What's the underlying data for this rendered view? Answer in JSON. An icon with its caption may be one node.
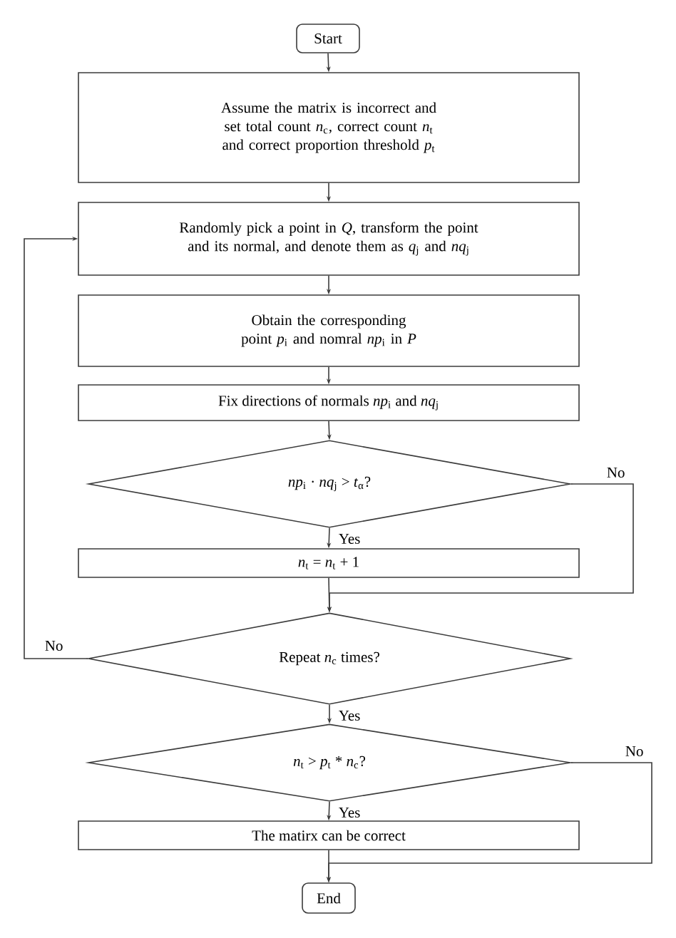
{
  "diagram": {
    "nodes": [
      {
        "text": [
          "Start"
        ]
      },
      {
        "text": [
          "Assume the matrix is incorrect and set total count *n*$_{c}$, correct count *n*$_{t}$ and correct proportion threshold *p*$_{t}$"
        ]
      },
      {
        "text": [
          "Randomly pick a point in *Q*, transform the point and its normal, and denote them as *q*$_{j}$ and *nq*$_{j}$"
        ]
      },
      {
        "text": [
          "Obtain the corresponding point *p*$_{i}$ and nomral *np*$_{i}$ in *P*"
        ]
      },
      {
        "text": [
          "Fix directions of normals *np*$_{i}$ and *nq*$_{j}$"
        ]
      },
      {
        "text": [
          "*np*$_{i}$ · *nq*$_{j}$ > *t*$_{α}$?"
        ]
      },
      {
        "text": [
          "*n*$_{t}$ = *n*$_{t}$ + 1"
        ]
      },
      {
        "text": [
          "Repeat *n*$_{c}$ times?"
        ]
      },
      {
        "text": [
          "*n*$_{t}$ > *p*$_{t}$ * *n*$_{c}$?"
        ]
      },
      {
        "text": [
          "The matirx can be correct"
        ]
      },
      {
        "text": [
          "End"
        ]
      }
    ],
    "edges": [
      {
        "from": 0,
        "to": 1,
        "arrow": "to"
      },
      {
        "from": 1,
        "to": 2,
        "arrow": "to"
      },
      {
        "from": 2,
        "to": 3,
        "arrow": "to"
      },
      {
        "from": 3,
        "to": 4,
        "arrow": "to"
      },
      {
        "from": 4,
        "to": 5,
        "arrow": "to"
      },
      {
        "from": 5,
        "to": 6,
        "arrow": "to",
        "label": "Yes"
      },
      {
        "from": 5,
        "to": 7,
        "arrow": "to",
        "label": "No"
      },
      {
        "from": 6,
        "to": 7,
        "arrow": "to"
      },
      {
        "from": 7,
        "to": 2,
        "arrow": "to",
        "label": "No"
      },
      {
        "from": 7,
        "to": 8,
        "arrow": "to",
        "label": "Yes"
      },
      {
        "from": 8,
        "to": 9,
        "arrow": "to",
        "label": "Yes"
      },
      {
        "from": 8,
        "to": 10,
        "arrow": "to",
        "label": "No"
      },
      {
        "from": 9,
        "to": 10,
        "arrow": "to"
      }
    ]
  }
}
